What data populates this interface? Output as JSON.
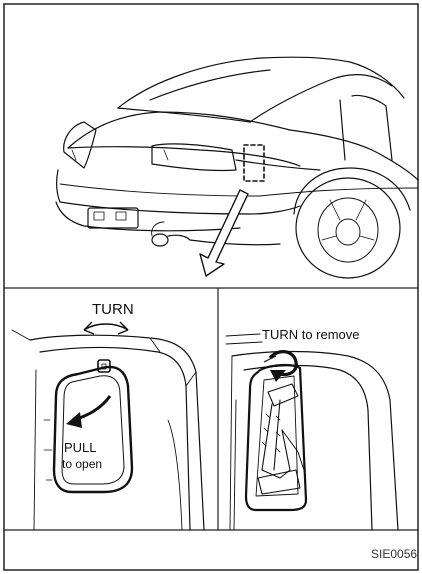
{
  "figure": {
    "code": "SIE0056",
    "panels": [
      {
        "name": "rear-view",
        "subject": "car-rear-quarter"
      },
      {
        "name": "cover-detail",
        "labels": {
          "turn": "TURN",
          "pull": "PULL",
          "open": "to open"
        }
      },
      {
        "name": "jack-detail",
        "labels": {
          "turn_remove": "TURN to remove"
        }
      }
    ],
    "icons": [
      "curved-double-arrow-icon",
      "curved-pull-arrow-icon",
      "down-arrow-icon",
      "rotate-arrow-icon"
    ]
  }
}
